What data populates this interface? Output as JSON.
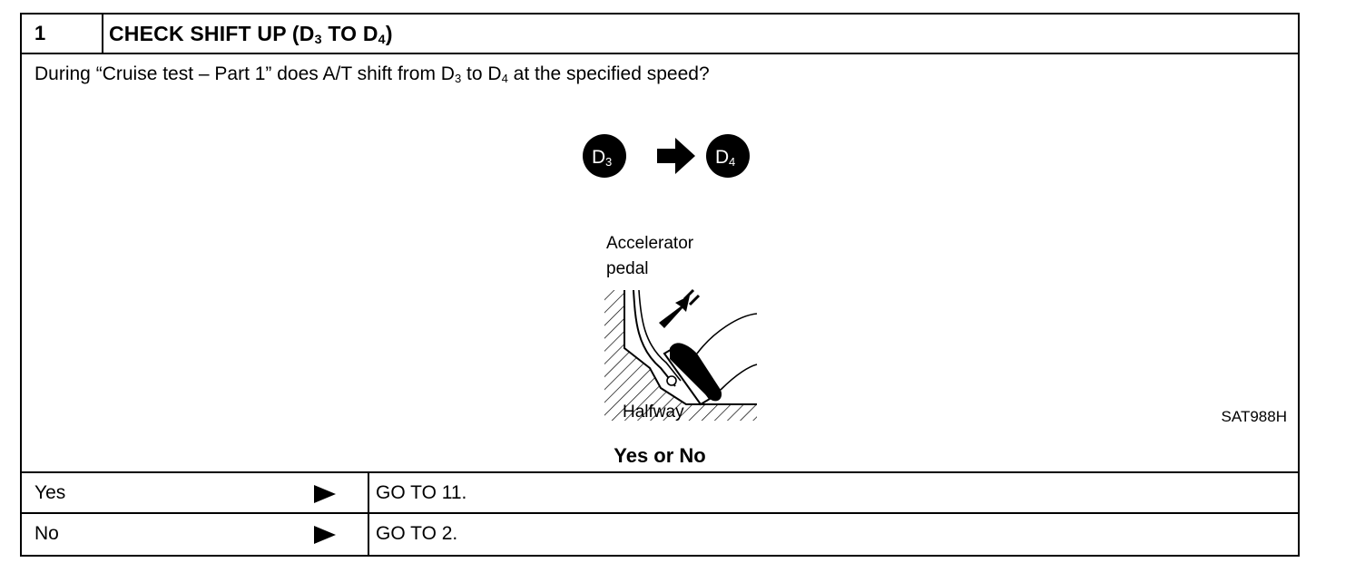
{
  "step": {
    "number": "1",
    "title_prefix": "CHECK SHIFT UP (D",
    "title_sub1": "3",
    "title_mid": " TO D",
    "title_sub2": "4",
    "title_suffix": ")"
  },
  "question": {
    "prefix": "During “Cruise test – Part 1” does A/T shift from D",
    "sub1": "3",
    "mid": " to D",
    "sub2": "4",
    "suffix": " at the specified speed?"
  },
  "figure": {
    "from_gear": "D",
    "from_sub": "3",
    "to_gear": "D",
    "to_sub": "4",
    "label_line1": "Accelerator",
    "label_line2": "pedal",
    "position_label": "Halfway",
    "code": "SAT988H"
  },
  "decision_label": "Yes or No",
  "answers": [
    {
      "label": "Yes",
      "action": "GO TO 11."
    },
    {
      "label": "No",
      "action": "GO TO 2."
    }
  ]
}
